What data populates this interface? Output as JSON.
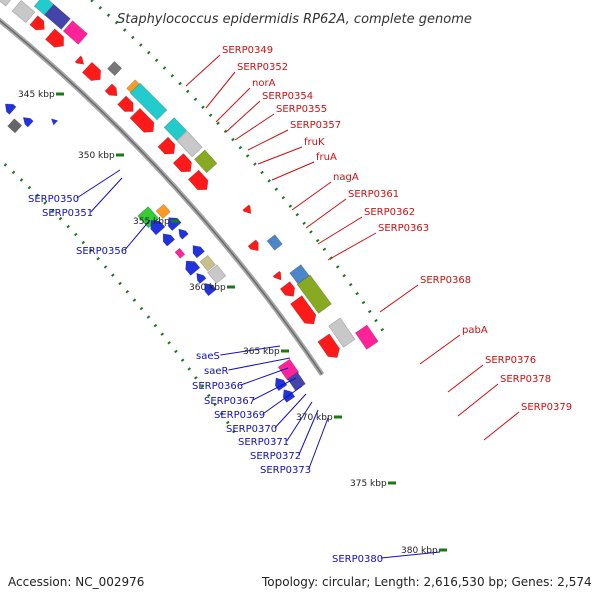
{
  "title": "Staphylococcus epidermidis RP62A, complete genome",
  "footer": {
    "accession": "Accession: NC_002976",
    "topology": "Topology: circular; Length: 2,616,530 bp; Genes: 2,574"
  },
  "kbp_ticks": [
    "345 kbp",
    "350 kbp",
    "355 kbp",
    "360 kbp",
    "365 kbp",
    "370 kbp",
    "375 kbp",
    "380 kbp"
  ],
  "forward_labels": [
    "SERP0349",
    "SERP0352",
    "norA",
    "SERP0354",
    "SERP0355",
    "SERP0357",
    "fruK",
    "fruA",
    "nagA",
    "SERP0361",
    "SERP0362",
    "SERP0363",
    "SERP0368",
    "pabA",
    "SERP0376",
    "SERP0378",
    "SERP0379"
  ],
  "reverse_labels": [
    "SERP0350",
    "SERP0351",
    "SERP0356",
    "saeS",
    "saeR",
    "SERP0366",
    "SERP0367",
    "SERP0369",
    "SERP0370",
    "SERP0371",
    "SERP0372",
    "SERP0373",
    "SERP0380"
  ],
  "colors": {
    "forward_label": "#cc1111",
    "reverse_label": "#1111bb",
    "cds": "#ff1a1a",
    "backbone": "#888888",
    "gc_skew": "#1a7a1a",
    "orange": "#ff9922",
    "cyan": "#22cccc",
    "navy": "#4444aa",
    "magenta": "#ff2299",
    "olive": "#88aa22",
    "steelblue": "#4a86c8",
    "grey": "#c8c8c8",
    "tan": "#c8c08a",
    "green": "#33cc33"
  }
}
